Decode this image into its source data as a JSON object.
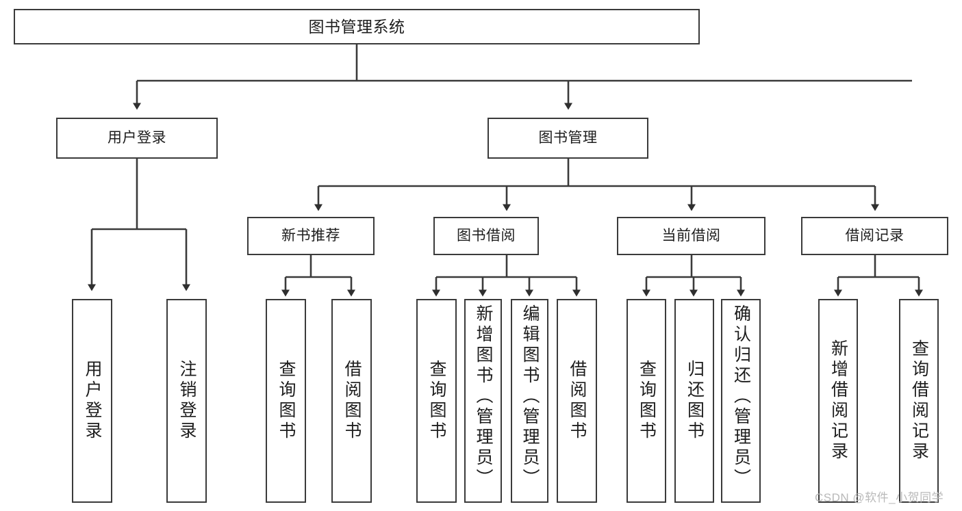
{
  "diagram": {
    "title": "图书管理系统",
    "type": "hierarchy-tree",
    "watermark": "CSDN @软件_小贺同学",
    "colors": {
      "stroke": "#3a3a3a",
      "fill": "#ffffff",
      "text": "#1d1d1d",
      "watermark": "#b9b9b9"
    },
    "root": {
      "label": "图书管理系统"
    },
    "level1": [
      {
        "label": "用户登录"
      },
      {
        "label": "图书管理"
      }
    ],
    "level2": [
      {
        "label": "新书推荐"
      },
      {
        "label": "图书借阅"
      },
      {
        "label": "当前借阅"
      },
      {
        "label": "借阅记录"
      }
    ],
    "leaves": {
      "user_login": [
        {
          "label": "用户登录"
        },
        {
          "label": "注销登录"
        }
      ],
      "new_book_recommend": [
        {
          "label": "查询图书"
        },
        {
          "label": "借阅图书"
        }
      ],
      "book_borrow": [
        {
          "label": "查询图书"
        },
        {
          "label": "新增图书（管理员）"
        },
        {
          "label": "编辑图书（管理员）"
        },
        {
          "label": "借阅图书"
        }
      ],
      "current_borrow": [
        {
          "label": "查询图书"
        },
        {
          "label": "归还图书"
        },
        {
          "label": "确认归还（管理员）"
        }
      ],
      "borrow_record": [
        {
          "label": "新增借阅记录"
        },
        {
          "label": "查询借阅记录"
        }
      ]
    }
  }
}
